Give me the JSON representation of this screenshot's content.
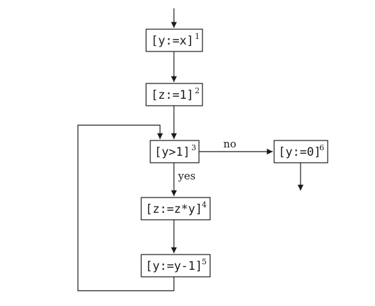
{
  "nodes": [
    {
      "id": "n1",
      "code": "[y:=x]",
      "label": "1"
    },
    {
      "id": "n2",
      "code": "[z:=1]",
      "label": "2"
    },
    {
      "id": "n3",
      "code": "[y>1]",
      "label": "3"
    },
    {
      "id": "n4",
      "code": "[z:=z*y]",
      "label": "4"
    },
    {
      "id": "n5",
      "code": "[y:=y-1]",
      "label": "5"
    },
    {
      "id": "n6",
      "code": "[y:=0]",
      "label": "6"
    }
  ],
  "edges": {
    "no": "no",
    "yes": "yes"
  },
  "colors": {
    "ink": "#1a1a1a",
    "background": "#ffffff"
  }
}
